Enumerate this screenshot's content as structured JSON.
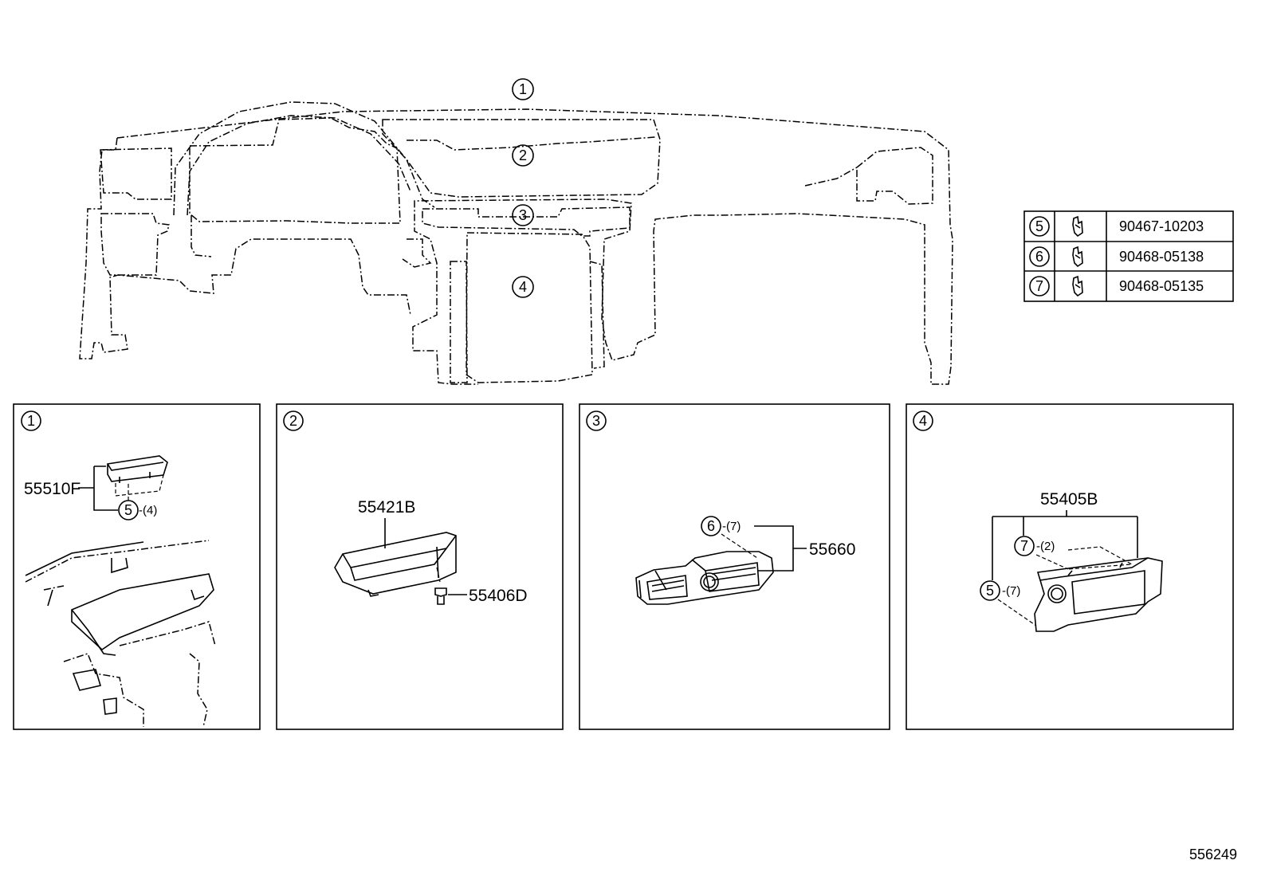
{
  "overview": {
    "callouts": [
      "1",
      "2",
      "3",
      "4"
    ]
  },
  "legend": {
    "rows": [
      {
        "ref": "5",
        "icon": "clip-icon",
        "part": "90467-10203"
      },
      {
        "ref": "6",
        "icon": "clip-icon",
        "part": "90468-05138"
      },
      {
        "ref": "7",
        "icon": "clip-icon",
        "part": "90468-05135"
      }
    ]
  },
  "panels": [
    {
      "id": "1",
      "parts": [
        "55510F"
      ],
      "ref_qty": [
        {
          "ref": "5",
          "qty": "-(4)"
        }
      ]
    },
    {
      "id": "2",
      "parts": [
        "55421B",
        "55406D"
      ],
      "ref_qty": []
    },
    {
      "id": "3",
      "parts": [
        "55660"
      ],
      "ref_qty": [
        {
          "ref": "6",
          "qty": "-(7)"
        }
      ]
    },
    {
      "id": "4",
      "parts": [
        "55405B"
      ],
      "ref_qty": [
        {
          "ref": "7",
          "qty": "-(2)"
        },
        {
          "ref": "5",
          "qty": "-(7)"
        }
      ]
    }
  ],
  "footer": {
    "diagram_id": "556249"
  }
}
